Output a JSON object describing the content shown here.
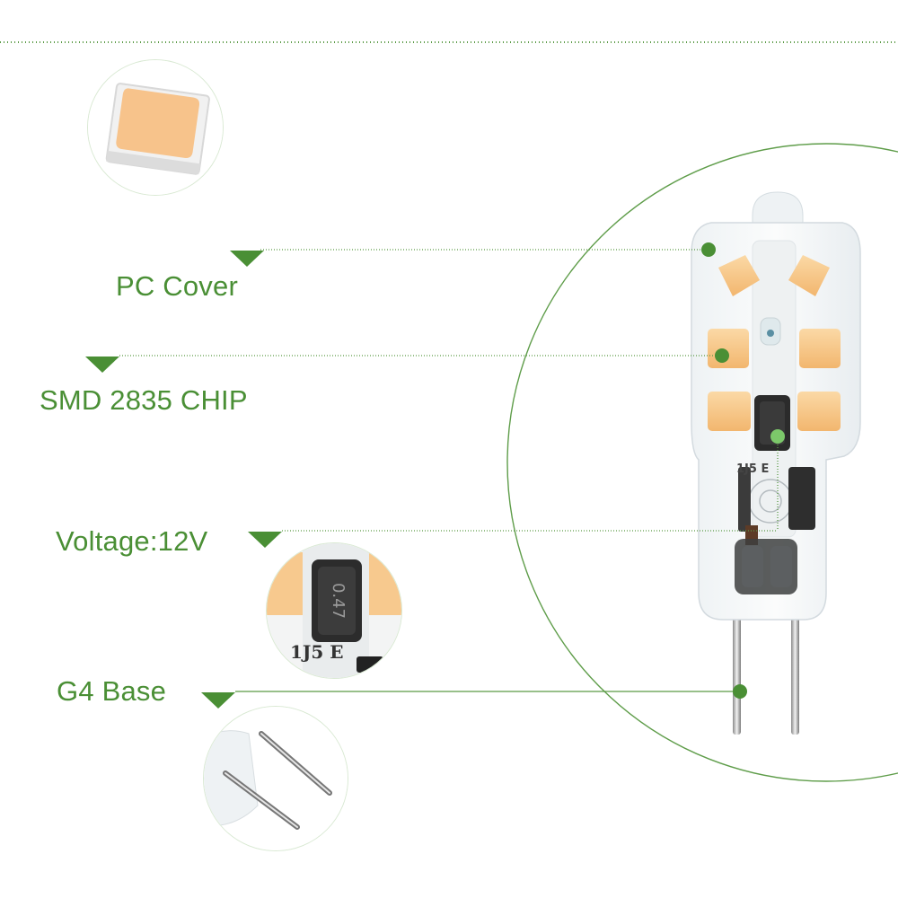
{
  "theme": {
    "accent_color": "#4a8f35",
    "leader_color": "#4a8f35",
    "led_color": "#f6c585"
  },
  "features": [
    {
      "label": "PC Cover"
    },
    {
      "label": "SMD 2835 CHIP"
    },
    {
      "label": "Voltage:12V"
    },
    {
      "label": "G4 Base"
    }
  ],
  "detail_views": {
    "chip": {
      "icon": "smd-chip-closeup"
    },
    "driver": {
      "icon": "driver-inductor-closeup",
      "component_marking": "0.47"
    },
    "base": {
      "icon": "g4-pins-closeup"
    }
  },
  "product": {
    "icon": "g4-led-bulb",
    "marking": "1J5 E"
  }
}
